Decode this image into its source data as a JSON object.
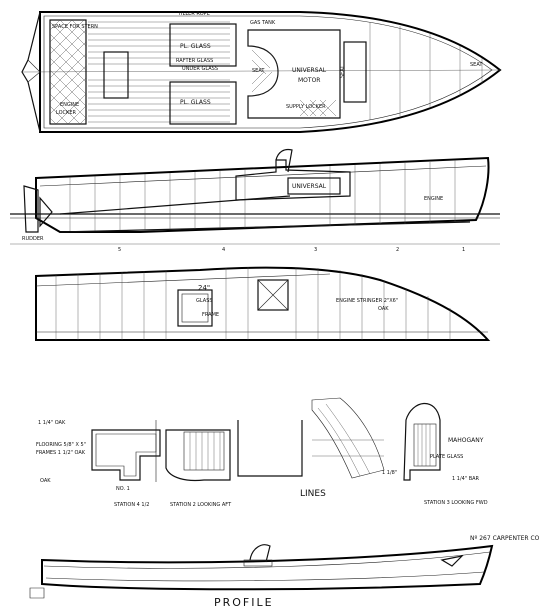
{
  "plan": {
    "tiller_rope": "TILLER ROPE",
    "gas_tank": "GAS TANK",
    "space_for_stern": "SPACE FOR STERN",
    "pl_glass_1": "PL. GLASS",
    "pl_glass_2": "PL. GLASS",
    "rafter_glass": "RAFTER GLASS",
    "under_glass": "UNDER GLASS",
    "seat_1": "SEAT",
    "seat_2": "SEAT",
    "seat_3": "SEAT",
    "universal_motor_1": "UNIVERSAL",
    "universal_motor_2": "MOTOR",
    "supply_locker": "SUPPLY LOCKER",
    "locker": "LOCKER",
    "engine": "ENGINE"
  },
  "inboard_profile": {
    "universal": "UNIVERSAL",
    "engine": "ENGINE",
    "rudder": "RUDDER",
    "station_ticks": [
      "5",
      "4",
      "3",
      "2",
      "1"
    ]
  },
  "framing": {
    "dim_24": "24\"",
    "glass": "GLASS",
    "frame": "FRAME",
    "engine_stringer": "ENGINE STRINGER 2\"X6\"",
    "oak": "OAK"
  },
  "sections": {
    "oak_note": "1 1/4\" OAK",
    "flooring": "FLOORING 5/8\" X 5\"",
    "frames": "FRAMES 1 1/2\" OAK",
    "oak_2": "OAK",
    "no_1": "NO. 1",
    "station_45": "STATION 4 1/2",
    "station_2": "STATION 2 LOOKING AFT",
    "lines": "LINES",
    "mahogany": "MAHOGANY",
    "plate_glass": "PLATE GLASS",
    "station_3": "STATION 3 LOOKING FWD",
    "dim_18": "1 1/8\"",
    "sheer": "1 1/4\" BAR"
  },
  "profile": {
    "title": "PROFILE",
    "company": "Nº 267 CARPENTER CO"
  }
}
